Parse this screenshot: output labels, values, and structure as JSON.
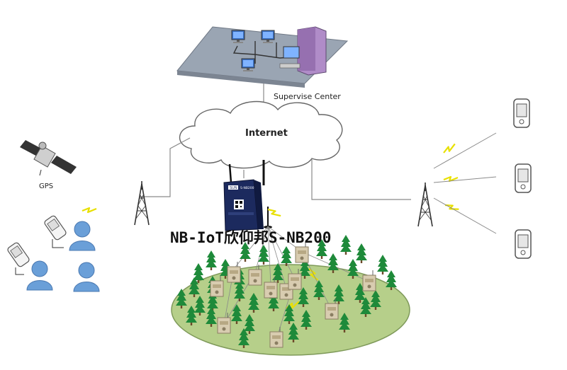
{
  "labels": {
    "supervise_center": "Supervise Center",
    "internet": "Internet",
    "gps": "GPS",
    "device_name": "NB-IoT欣仰邦S-NB200"
  },
  "gateway": {
    "brand": "SUN",
    "model": "S-NB200"
  },
  "colors": {
    "link_line": "#8a8a8a",
    "lightning": "#e8e000",
    "forest_ground": "#b6cf8a",
    "tree": "#1e8a3a",
    "person": "#6a9fd8",
    "platform": "#9aa5b3"
  },
  "icons": [
    "monitor-icon",
    "server-icon",
    "cloud-icon",
    "satellite-icon",
    "tower-icon",
    "phone-icon",
    "person-icon",
    "gateway-device-icon",
    "sensor-icon",
    "tree-icon",
    "lightning-icon"
  ]
}
